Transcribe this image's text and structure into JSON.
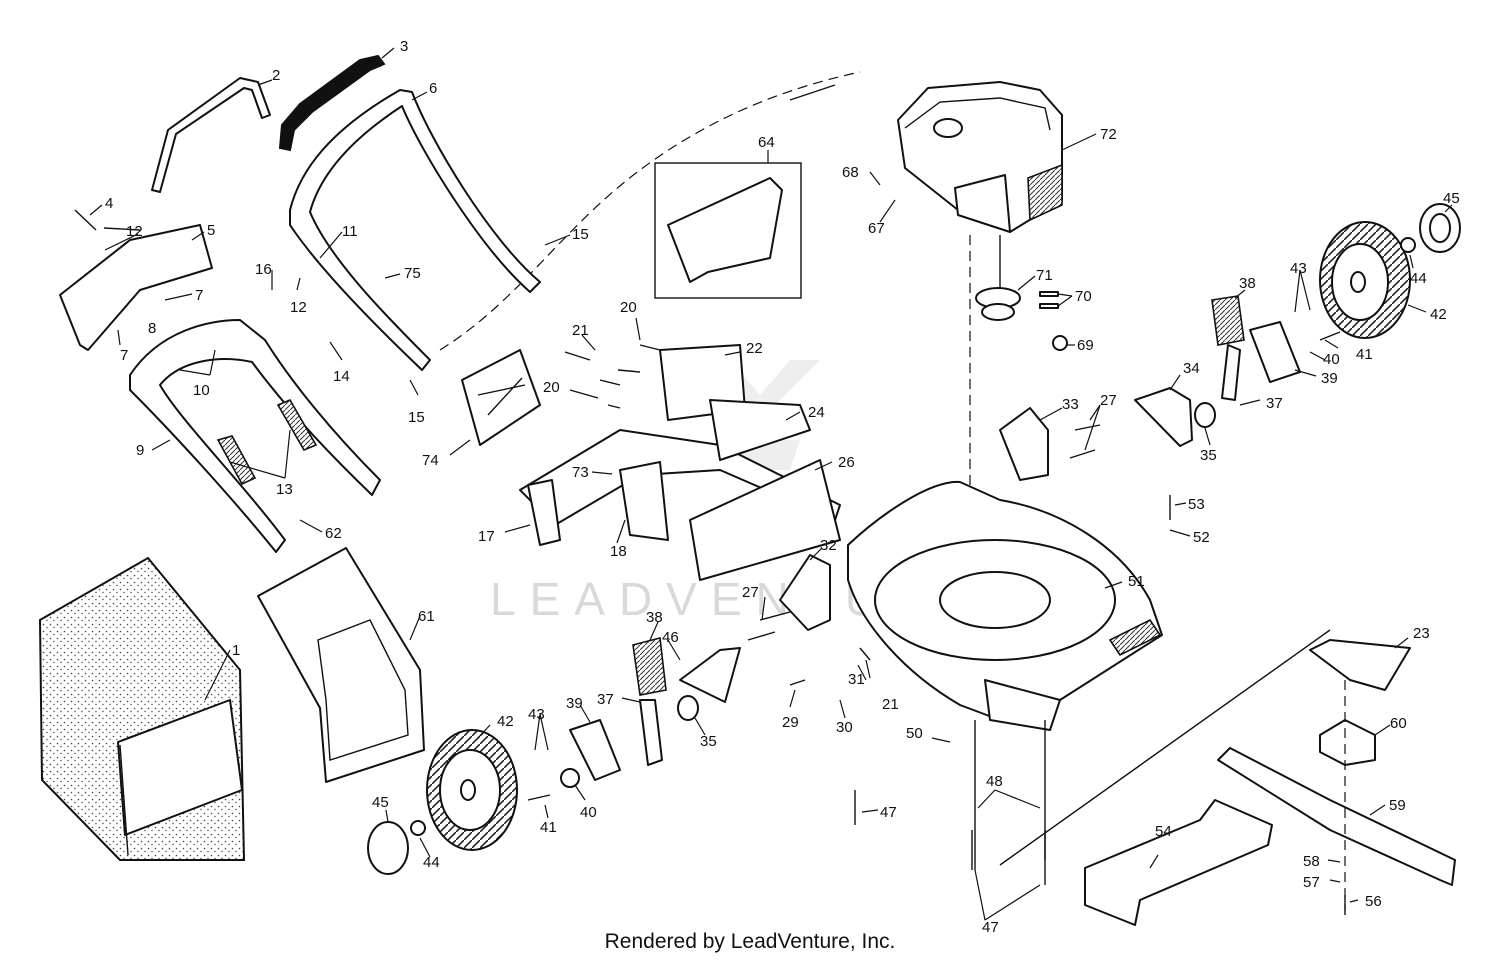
{
  "watermark": "LEADVENTURE",
  "footer": {
    "credit": "Rendered by LeadVenture, Inc."
  },
  "callouts": [
    {
      "id": "c1",
      "label": "1"
    },
    {
      "id": "c2",
      "label": "2"
    },
    {
      "id": "c3",
      "label": "3"
    },
    {
      "id": "c4",
      "label": "4"
    },
    {
      "id": "c5",
      "label": "5"
    },
    {
      "id": "c6",
      "label": "6"
    },
    {
      "id": "c7a",
      "label": "7"
    },
    {
      "id": "c7b",
      "label": "7"
    },
    {
      "id": "c8",
      "label": "8"
    },
    {
      "id": "c9",
      "label": "9"
    },
    {
      "id": "c10",
      "label": "10"
    },
    {
      "id": "c11",
      "label": "11"
    },
    {
      "id": "c12a",
      "label": "12"
    },
    {
      "id": "c12b",
      "label": "12"
    },
    {
      "id": "c13",
      "label": "13"
    },
    {
      "id": "c14",
      "label": "14"
    },
    {
      "id": "c15a",
      "label": "15"
    },
    {
      "id": "c15b",
      "label": "15"
    },
    {
      "id": "c16",
      "label": "16"
    },
    {
      "id": "c17",
      "label": "17"
    },
    {
      "id": "c18",
      "label": "18"
    },
    {
      "id": "c20a",
      "label": "20"
    },
    {
      "id": "c20b",
      "label": "20"
    },
    {
      "id": "c21a",
      "label": "21"
    },
    {
      "id": "c21b",
      "label": "21"
    },
    {
      "id": "c22",
      "label": "22"
    },
    {
      "id": "c23",
      "label": "23"
    },
    {
      "id": "c24",
      "label": "24"
    },
    {
      "id": "c26",
      "label": "26"
    },
    {
      "id": "c27a",
      "label": "27"
    },
    {
      "id": "c27b",
      "label": "27"
    },
    {
      "id": "c29",
      "label": "29"
    },
    {
      "id": "c30",
      "label": "30"
    },
    {
      "id": "c31",
      "label": "31"
    },
    {
      "id": "c32",
      "label": "32"
    },
    {
      "id": "c33",
      "label": "33"
    },
    {
      "id": "c34",
      "label": "34"
    },
    {
      "id": "c35a",
      "label": "35"
    },
    {
      "id": "c35b",
      "label": "35"
    },
    {
      "id": "c37a",
      "label": "37"
    },
    {
      "id": "c37b",
      "label": "37"
    },
    {
      "id": "c38a",
      "label": "38"
    },
    {
      "id": "c38b",
      "label": "38"
    },
    {
      "id": "c39a",
      "label": "39"
    },
    {
      "id": "c39b",
      "label": "39"
    },
    {
      "id": "c40a",
      "label": "40"
    },
    {
      "id": "c40b",
      "label": "40"
    },
    {
      "id": "c41a",
      "label": "41"
    },
    {
      "id": "c41b",
      "label": "41"
    },
    {
      "id": "c42a",
      "label": "42"
    },
    {
      "id": "c42b",
      "label": "42"
    },
    {
      "id": "c43a",
      "label": "43"
    },
    {
      "id": "c43b",
      "label": "43"
    },
    {
      "id": "c44a",
      "label": "44"
    },
    {
      "id": "c44b",
      "label": "44"
    },
    {
      "id": "c45a",
      "label": "45"
    },
    {
      "id": "c45b",
      "label": "45"
    },
    {
      "id": "c46",
      "label": "46"
    },
    {
      "id": "c47a",
      "label": "47"
    },
    {
      "id": "c47b",
      "label": "47"
    },
    {
      "id": "c48",
      "label": "48"
    },
    {
      "id": "c50",
      "label": "50"
    },
    {
      "id": "c51",
      "label": "51"
    },
    {
      "id": "c52",
      "label": "52"
    },
    {
      "id": "c53",
      "label": "53"
    },
    {
      "id": "c54",
      "label": "54"
    },
    {
      "id": "c56",
      "label": "56"
    },
    {
      "id": "c57",
      "label": "57"
    },
    {
      "id": "c58",
      "label": "58"
    },
    {
      "id": "c59",
      "label": "59"
    },
    {
      "id": "c60",
      "label": "60"
    },
    {
      "id": "c61",
      "label": "61"
    },
    {
      "id": "c62",
      "label": "62"
    },
    {
      "id": "c64",
      "label": "64"
    },
    {
      "id": "c67",
      "label": "67"
    },
    {
      "id": "c68",
      "label": "68"
    },
    {
      "id": "c69",
      "label": "69"
    },
    {
      "id": "c70",
      "label": "70"
    },
    {
      "id": "c71",
      "label": "71"
    },
    {
      "id": "c72",
      "label": "72"
    },
    {
      "id": "c73",
      "label": "73"
    },
    {
      "id": "c74",
      "label": "74"
    },
    {
      "id": "c75",
      "label": "75"
    }
  ]
}
